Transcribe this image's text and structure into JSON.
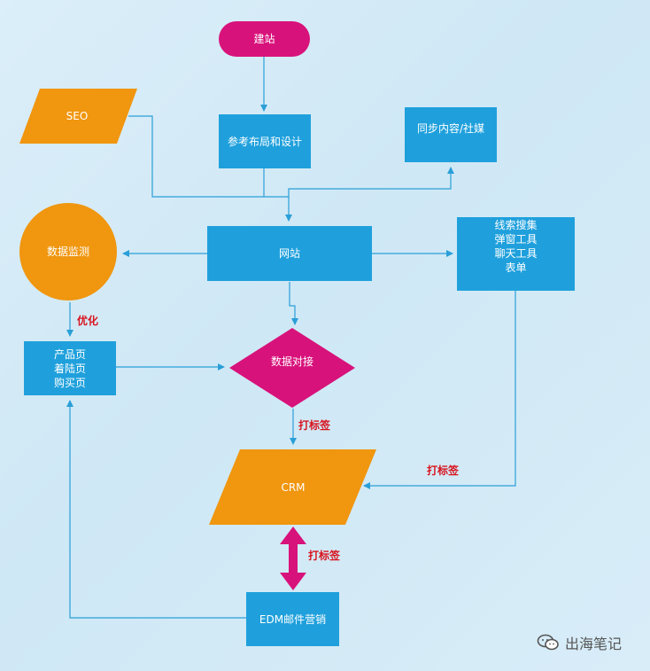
{
  "nodes": {
    "build_site": "建站",
    "reference_design": "参考布局和设计",
    "sync_content": "同步内容/社媒",
    "seo": "SEO",
    "website": "网站",
    "data_monitor": "数据监测",
    "lead_tools": "线索搜集\n弹窗工具\n聊天工具\n表单",
    "landing_pages": "产品页\n着陆页\n购买页",
    "data_integration": "数据对接",
    "crm": "CRM",
    "edm": "EDM邮件营销"
  },
  "edge_labels": {
    "optimize": "优化",
    "tag_to_crm": "打标签",
    "tag_from_leads": "打标签",
    "tag_edm": "打标签"
  },
  "watermark": {
    "text": "出海笔记",
    "icon": "wechat-icon"
  },
  "colors": {
    "blue": "#1fa0dc",
    "orange": "#f0960f",
    "magenta": "#d8127b",
    "line": "#2a9fd8",
    "red_label": "#d8131e"
  }
}
